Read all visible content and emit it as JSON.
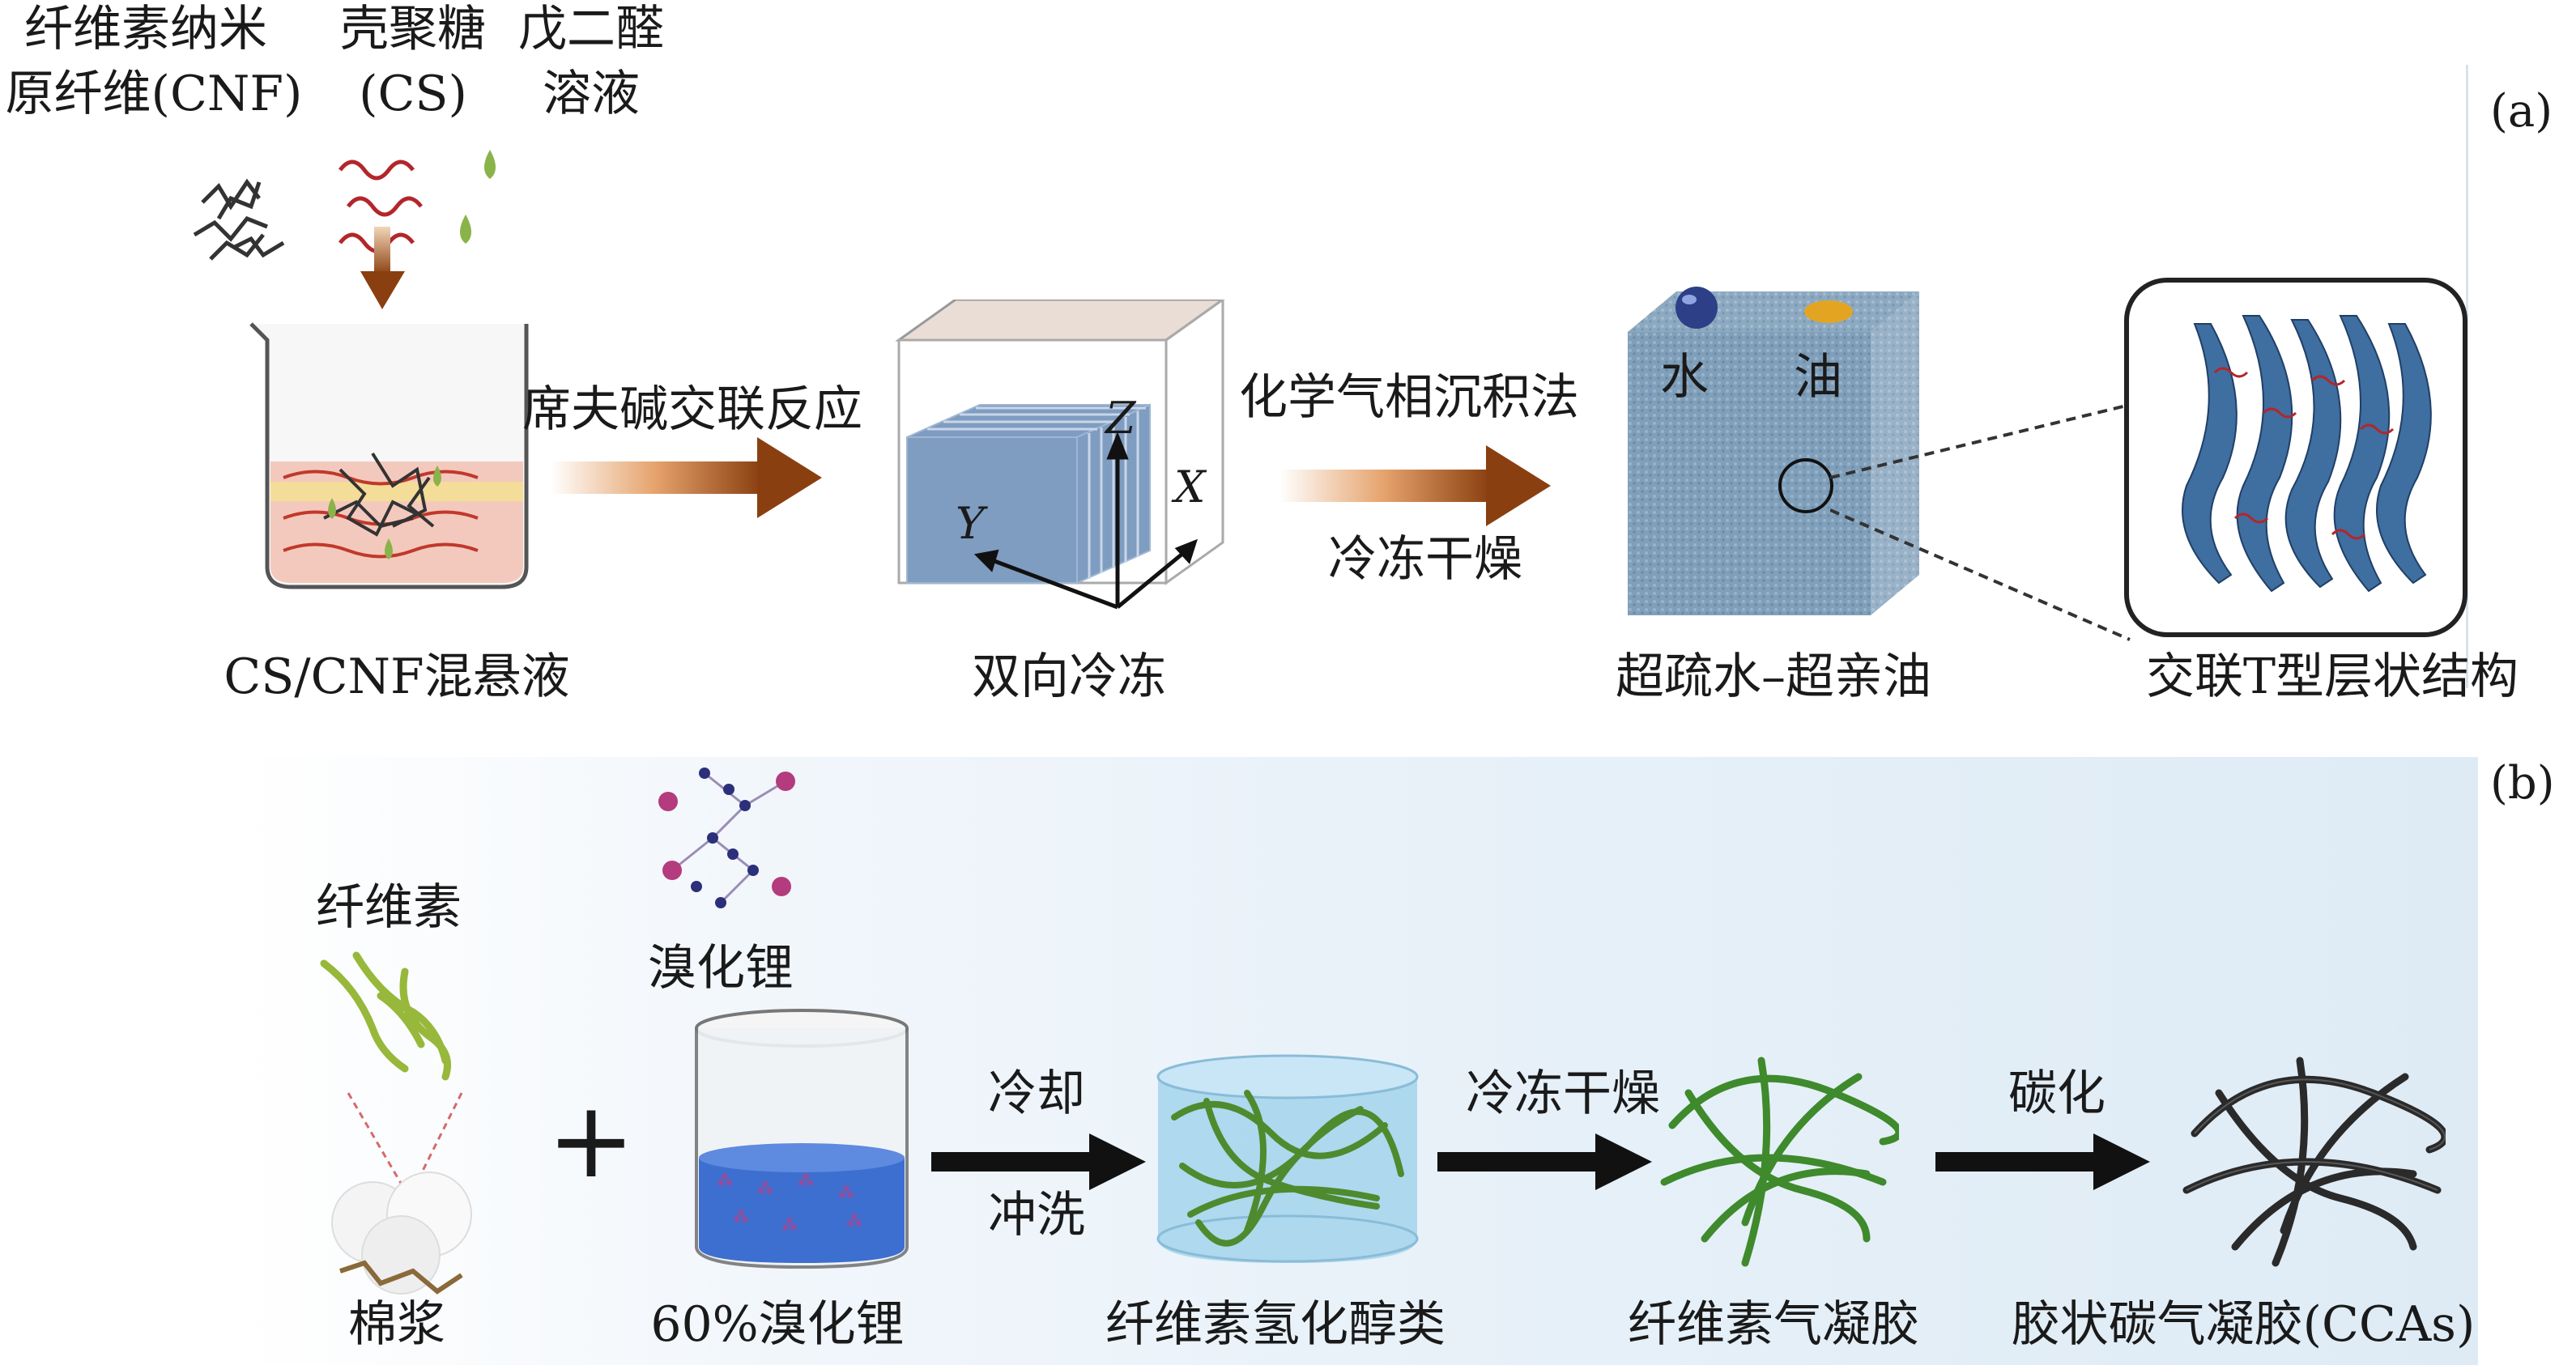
{
  "panel_a": {
    "tag": "(a)",
    "inputs": {
      "cnf_line1": "纤维素纳米",
      "cnf_line2": "原纤维(CNF)",
      "cs_line1": "壳聚糖",
      "cs_line2": "(CS)",
      "ga_line1": "戊二醛",
      "ga_line2": "溶液"
    },
    "steps": {
      "arrow1_label": "席夫碱交联反应",
      "arrow2_top": "化学气相沉积法",
      "arrow2_bottom": "冷冻干燥",
      "axis_z": "Z",
      "axis_x": "X",
      "axis_y": "Y",
      "water": "水",
      "oil": "油"
    },
    "captions": {
      "beaker": "CS/CNF混悬液",
      "freeze": "双向冷冻",
      "sponge": "超疏水–超亲油",
      "structure": "交联T型层状结构"
    }
  },
  "panel_b": {
    "tag": "(b)",
    "cellulose": "纤维素",
    "libr": "溴化锂",
    "plus": "+",
    "captions": {
      "pulp": "棉浆",
      "beaker": "60%溴化锂",
      "hydrogel": "纤维素氢化醇类",
      "aerogel": "纤维素气凝胶",
      "carbon": "胶状碳气凝胶(CCAs)"
    },
    "arrows": {
      "a1_top": "冷却",
      "a1_bottom": "冲洗",
      "a2_top": "冷冻干燥",
      "a3_top": "碳化"
    }
  },
  "colors": {
    "arrow_brown": "#8a3f10",
    "arrow_black": "#111111",
    "gel_green": "#4f8a2e",
    "carbon": "#222222",
    "cube_blue": "#6d8fb5",
    "sponge_blue": "#7f9fba"
  }
}
